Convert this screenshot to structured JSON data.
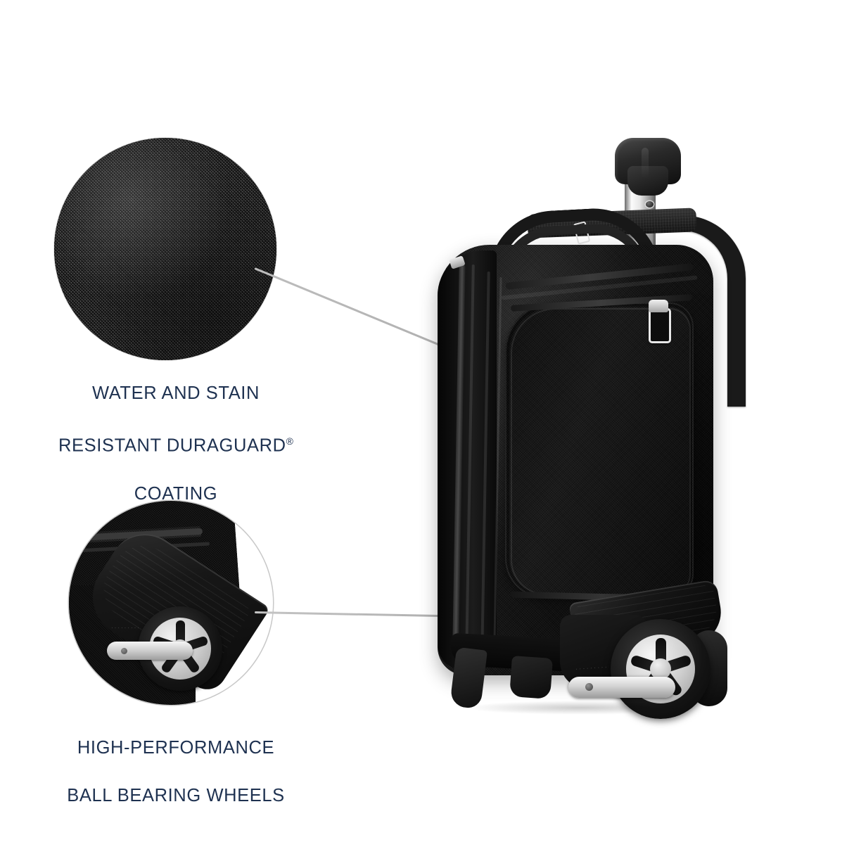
{
  "page": {
    "background_color": "#ffffff",
    "type": "product-feature-infographic",
    "product": "black wheeled carry-on luggage"
  },
  "callouts": [
    {
      "id": "duraguard",
      "caption_line_1": "WATER AND STAIN",
      "caption_line_2": "RESISTANT DURAGUARD",
      "caption_registered_mark": "®",
      "caption_line_3": "COATING",
      "inset_type": "fabric-weave-swatch",
      "inset_shape": "circle",
      "text_color": "#1e3150",
      "leader_line_color": "#b0b0b0",
      "target_marker": "double-ring-circle"
    },
    {
      "id": "wheels",
      "caption_line_1": "HIGH-PERFORMANCE",
      "caption_line_2": "BALL BEARING WHEELS",
      "inset_type": "wheel-closeup-photo",
      "inset_shape": "circle",
      "text_color": "#1e3150",
      "leader_line_color": "#b0b0b0",
      "target_marker": "double-ring-circle"
    }
  ],
  "product_parts": {
    "telescoping_handle": "telescoping-handle",
    "handle_grip": "handle-grip",
    "release_buttons": "handle-release-buttons",
    "shoulder_strap": "shoulder-strap",
    "carry_handles": "carry-handles",
    "front_pocket": "front-zip-pocket",
    "zipper_pull": "metal-zipper-pull",
    "wheel_housing": "wheel-housing",
    "wheel": "inline-skate-wheel",
    "axle_bar": "wheel-axle-bar",
    "feet": "bottom-glide-feet"
  },
  "colors": {
    "caption_navy": "#1e3150",
    "leader_gray": "#b0b0b0",
    "marker_gray": "#9c9c9c",
    "fabric_charcoal": "#2f2f2f",
    "bag_black": "#111111",
    "hardware_silver": "#d8d8d8"
  }
}
